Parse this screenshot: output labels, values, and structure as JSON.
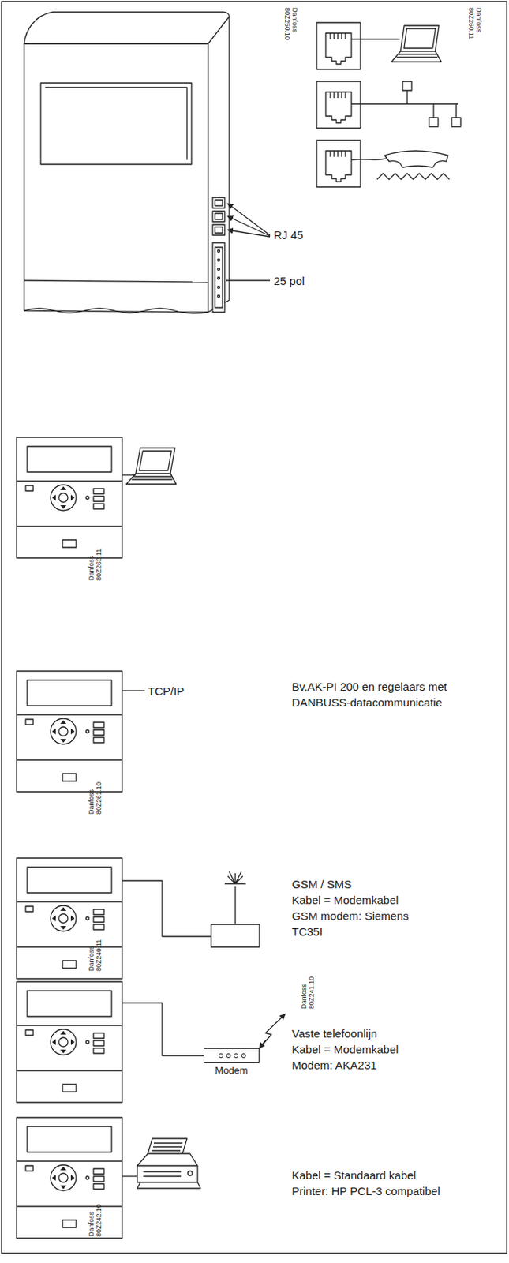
{
  "diagram": {
    "nodes": [
      {
        "text": [
          "Modem"
        ]
      }
    ],
    "labels": [
      "Danfoss 80Z250.10",
      "Danfoss 80Z260.11",
      "RJ 45",
      "25 pol",
      "Danfoss 80Z262.11",
      "TCP/IP",
      "Danfoss 80Z261.10",
      "Bv.AK-PI 200 en regelaars met DANBUSS-datacommunicatie",
      "Danfoss 80Z240.11",
      "GSM / SMS",
      "Kabel = Modemkabel",
      "GSM modem: Siemens TC35I",
      "Danfoss 80Z241.10",
      "Vaste telefoonlijn",
      "Kabel = Modemkabel",
      "Modem: AKA231",
      "Danfoss 80Z242.10",
      "Kabel = Standaard kabel",
      "Printer: HP PCL-3 compatibel"
    ]
  }
}
